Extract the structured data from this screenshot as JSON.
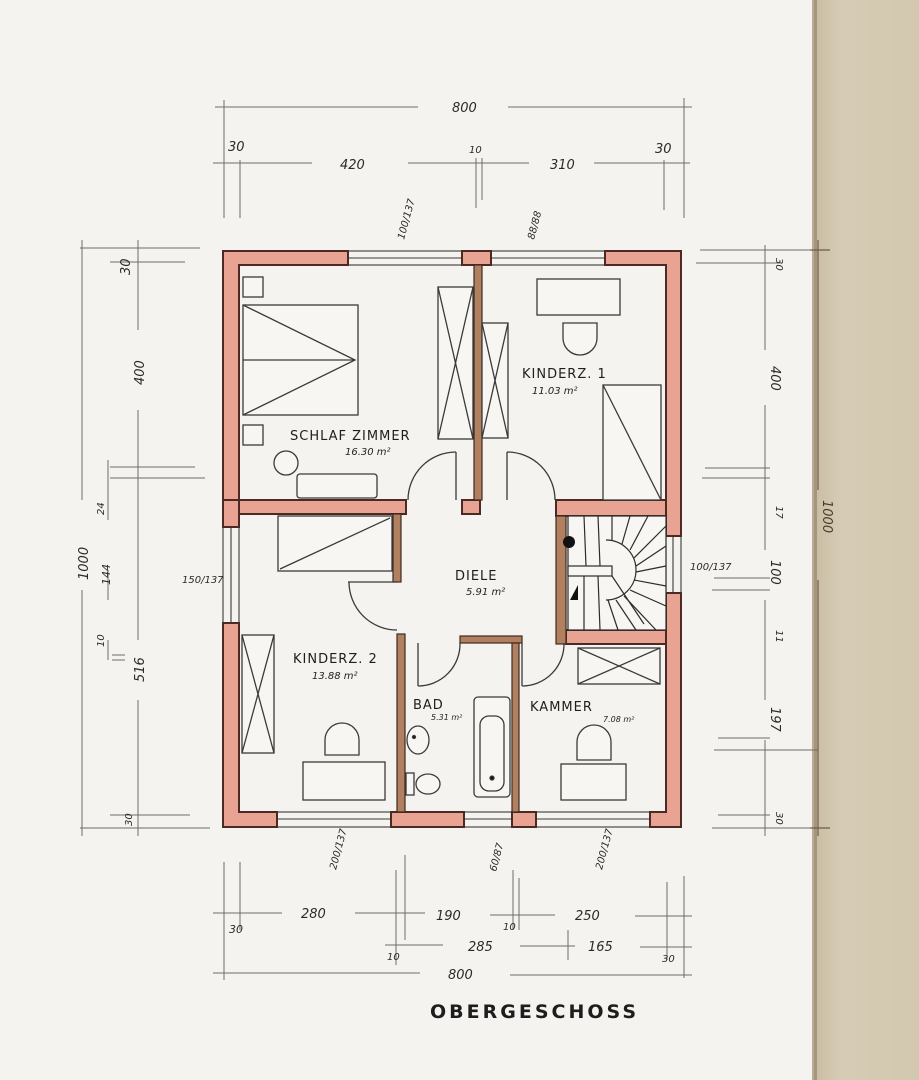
{
  "title": "OBERGESCHOSS",
  "colors": {
    "wall_fill": "#e9a393",
    "wall_stroke": "#4a2a22",
    "line": "#3a3a3a",
    "dim_line": "#6c6c6c",
    "paper": "#f4f3f0",
    "paper_edge": "#cfc4aa"
  },
  "rooms": [
    {
      "name": "SCHLAF ZIMMER",
      "area": "16.30 m²"
    },
    {
      "name": "KINDERZ. 1",
      "area": "11.03 m²"
    },
    {
      "name": "DIELE",
      "area": "5.91 m²"
    },
    {
      "name": "KINDERZ. 2",
      "area": "13.88 m²"
    },
    {
      "name": "BAD",
      "area": "5.31 m²"
    },
    {
      "name": "KAMMER",
      "area": "7.08 m²"
    }
  ],
  "dimensions": {
    "top": {
      "overall": "800",
      "segments": [
        "30",
        "420",
        "10",
        "310",
        "30"
      ]
    },
    "bottom": {
      "overall": "800",
      "row1": [
        "30",
        "280",
        "190",
        "10",
        "250"
      ],
      "row2": [
        "10",
        "285",
        "165",
        "30"
      ]
    },
    "left": {
      "overall": "1000",
      "inner": [
        "30",
        "400",
        "24",
        "144",
        "10",
        "516",
        "30"
      ]
    },
    "right": {
      "overall": "1000",
      "inner": [
        "30",
        "400",
        "17",
        "100",
        "11",
        "197",
        "30"
      ]
    },
    "windows": {
      "top_left": "100/137",
      "top_right": "88/88",
      "left": "150/137",
      "right": "100/137",
      "bottom_left": "200/137",
      "bottom_mid": "60/87",
      "bottom_right": "200/137"
    }
  }
}
